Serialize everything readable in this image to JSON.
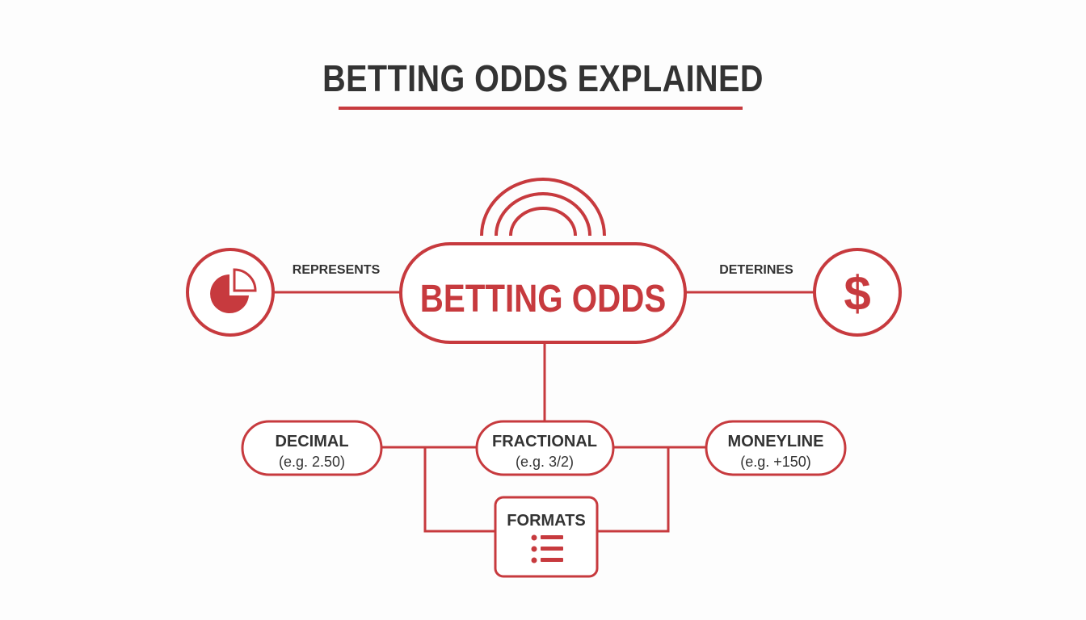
{
  "title": "BETTING ODDS EXPLAINED",
  "colors": {
    "accent": "#c73a3e",
    "text": "#333333",
    "background": "#fdfdfd"
  },
  "center": {
    "label": "BETTING ODDS",
    "icon": "signal-arcs-icon"
  },
  "left": {
    "edge_label": "REPRESENTS",
    "icon": "pie-chart-icon"
  },
  "right": {
    "edge_label": "DETERINES",
    "icon": "dollar-icon",
    "symbol": "$"
  },
  "formats": [
    {
      "name": "DECIMAL",
      "example": "(e.g. 2.50)"
    },
    {
      "name": "FRACTIONAL",
      "example": "(e.g. 3/2)"
    },
    {
      "name": "MONEYLINE",
      "example": "(e.g. +150)"
    }
  ],
  "formats_box": {
    "label": "FORMATS",
    "icon": "list-icon"
  }
}
